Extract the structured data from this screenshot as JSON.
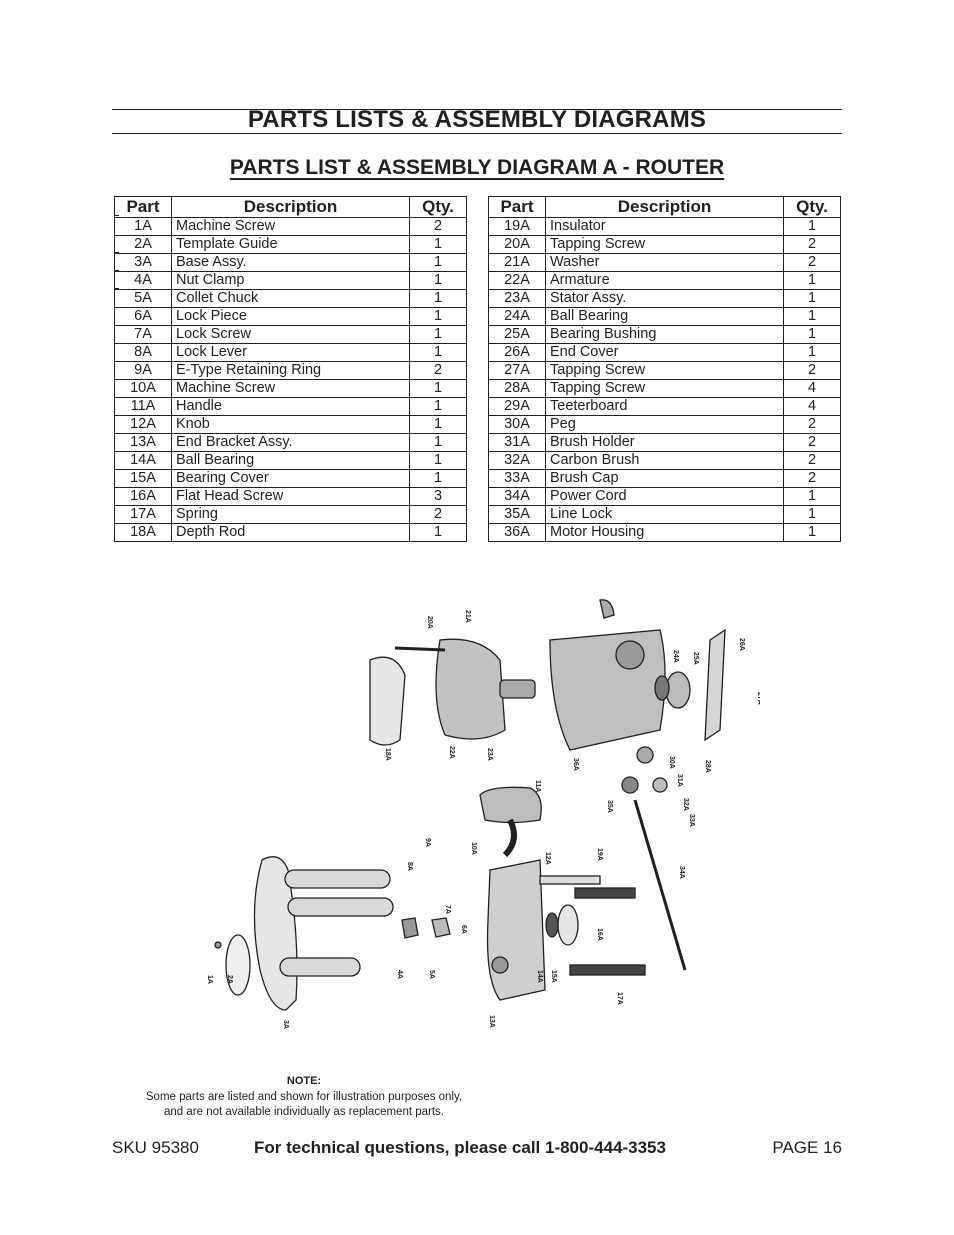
{
  "title": "PARTS LISTS & ASSEMBLY DIAGRAMS",
  "subtitle": "PARTS LIST & ASSEMBLY DIAGRAM A - ROUTER",
  "table_headers": {
    "part": "Part",
    "description": "Description",
    "qty": "Qty."
  },
  "left_table": [
    {
      "part": "1A",
      "description": "Machine Screw",
      "qty": "2"
    },
    {
      "part": "2A",
      "description": "Template Guide",
      "qty": "1"
    },
    {
      "part": "3A",
      "description": "Base Assy.",
      "qty": "1"
    },
    {
      "part": "4A",
      "description": "Nut Clamp",
      "qty": "1"
    },
    {
      "part": "5A",
      "description": "Collet Chuck",
      "qty": "1"
    },
    {
      "part": "6A",
      "description": "Lock Piece",
      "qty": "1"
    },
    {
      "part": "7A",
      "description": "Lock Screw",
      "qty": "1"
    },
    {
      "part": "8A",
      "description": "Lock Lever",
      "qty": "1"
    },
    {
      "part": "9A",
      "description": "E-Type Retaining Ring",
      "qty": "2"
    },
    {
      "part": "10A",
      "description": "Machine Screw",
      "qty": "1"
    },
    {
      "part": "11A",
      "description": "Handle",
      "qty": "1"
    },
    {
      "part": "12A",
      "description": "Knob",
      "qty": "1"
    },
    {
      "part": "13A",
      "description": "End Bracket Assy.",
      "qty": "1"
    },
    {
      "part": "14A",
      "description": "Ball Bearing",
      "qty": "1"
    },
    {
      "part": "15A",
      "description": "Bearing Cover",
      "qty": "1"
    },
    {
      "part": "16A",
      "description": "Flat Head Screw",
      "qty": "3"
    },
    {
      "part": "17A",
      "description": "Spring",
      "qty": "2"
    },
    {
      "part": "18A",
      "description": "Depth Rod",
      "qty": "1"
    }
  ],
  "right_table": [
    {
      "part": "19A",
      "description": "Insulator",
      "qty": "1"
    },
    {
      "part": "20A",
      "description": "Tapping Screw",
      "qty": "2"
    },
    {
      "part": "21A",
      "description": "Washer",
      "qty": "2"
    },
    {
      "part": "22A",
      "description": "Armature",
      "qty": "1"
    },
    {
      "part": "23A",
      "description": "Stator Assy.",
      "qty": "1"
    },
    {
      "part": "24A",
      "description": "Ball Bearing",
      "qty": "1"
    },
    {
      "part": "25A",
      "description": "Bearing Bushing",
      "qty": "1"
    },
    {
      "part": "26A",
      "description": "End Cover",
      "qty": "1"
    },
    {
      "part": "27A",
      "description": "Tapping Screw",
      "qty": "2"
    },
    {
      "part": "28A",
      "description": "Tapping Screw",
      "qty": "4"
    },
    {
      "part": "29A",
      "description": "Teeterboard",
      "qty": "4"
    },
    {
      "part": "30A",
      "description": "Peg",
      "qty": "2"
    },
    {
      "part": "31A",
      "description": "Brush Holder",
      "qty": "2"
    },
    {
      "part": "32A",
      "description": "Carbon Brush",
      "qty": "2"
    },
    {
      "part": "33A",
      "description": "Brush Cap",
      "qty": "2"
    },
    {
      "part": "34A",
      "description": "Power Cord",
      "qty": "1"
    },
    {
      "part": "35A",
      "description": "Line Lock",
      "qty": "1"
    },
    {
      "part": "36A",
      "description": "Motor Housing",
      "qty": "1"
    }
  ],
  "diagram_labels": [
    "1A",
    "2A",
    "3A",
    "4A",
    "5A",
    "6A",
    "7A",
    "8A",
    "9A",
    "10A",
    "11A",
    "12A",
    "13A",
    "14A",
    "15A",
    "16A",
    "17A",
    "18A",
    "19A",
    "20A",
    "21A",
    "22A",
    "23A",
    "24A",
    "25A",
    "26A",
    "27A",
    "28A",
    "30A",
    "31A",
    "32A",
    "33A",
    "34A",
    "35A",
    "36A"
  ],
  "note": {
    "heading": "NOTE:",
    "line1": "Some parts are listed and shown for illustration purposes only,",
    "line2": "and are not available individually as replacement parts."
  },
  "footer": {
    "sku": "SKU 95380",
    "support": "For technical questions, please call 1-800-444-3353",
    "page": "PAGE 16"
  }
}
